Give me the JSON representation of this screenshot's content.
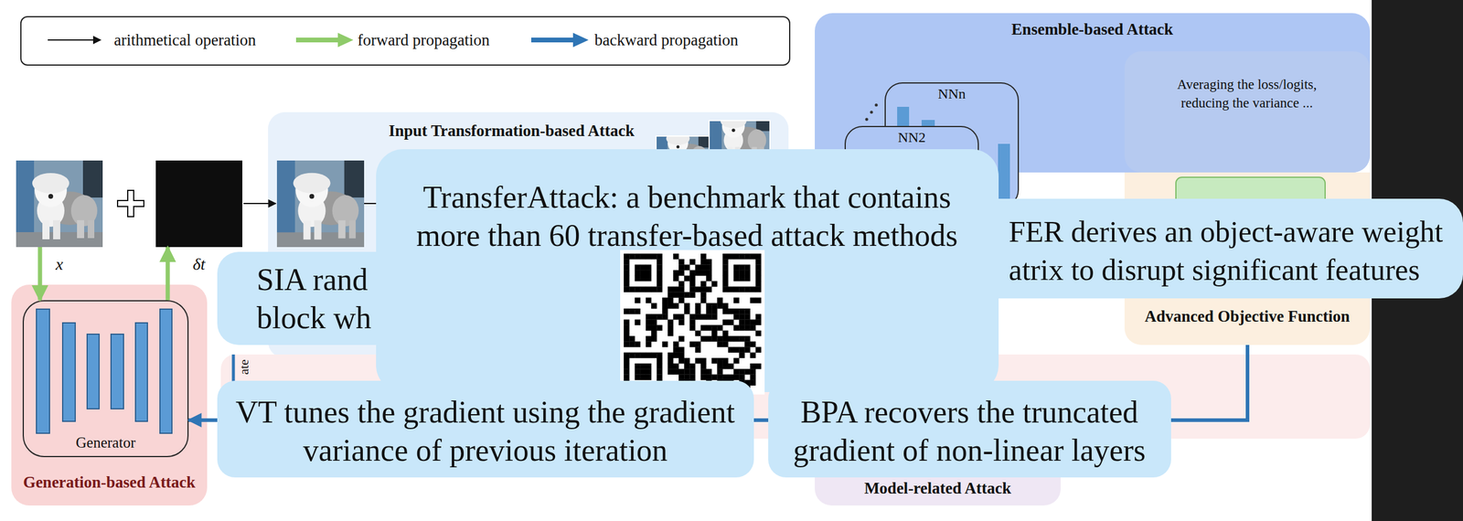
{
  "diagram": {
    "nodes": [
      {
        "text": [
          "Ensemble-based Attack"
        ]
      },
      {
        "text": [
          "NNn"
        ],
        "in": 0
      },
      {
        "text": [
          "NN2"
        ],
        "in": 0
      },
      {
        "text": [
          "Averaging the loss/logits, reducing the variance ..."
        ],
        "in": 0
      },
      {
        "text": [
          "Input Transformation-based Attack"
        ]
      },
      {
        "text": [
          "x"
        ]
      },
      {
        "text": [
          "δt"
        ]
      },
      {
        "text": [
          "Advanced Objective Function"
        ]
      },
      {
        "text": [
          "Generation-based Attack"
        ]
      },
      {
        "text": [
          "Generator"
        ],
        "in": 8
      },
      {
        "text": [
          "ate"
        ]
      },
      {
        "text": [
          "Model-related Attack"
        ]
      },
      {
        "text": [
          "TransferAttack: a benchmark that contains more than 60 transfer-based attack methods"
        ]
      },
      {
        "text": [
          "SIA rand block wh"
        ]
      },
      {
        "text": [
          "FER derives an object-aware weight atrix to disrupt significant features"
        ]
      },
      {
        "text": [
          "VT tunes the gradient using the gradient variance of previous iteration"
        ]
      },
      {
        "text": [
          "BPA recovers the truncated gradient of non-linear layers"
        ]
      }
    ],
    "edges": [
      {
        "from": 5,
        "to": 9,
        "arrow": "to"
      },
      {
        "from": 9,
        "to": 6,
        "arrow": "to"
      },
      {
        "from": 15,
        "to": 9,
        "arrow": "to"
      },
      {
        "from": 7,
        "to": 16,
        "arrow": "none"
      }
    ],
    "legend": [
      {
        "text": "arithmetical operation"
      },
      {
        "text": "forward propagation"
      },
      {
        "text": "backward propagation"
      }
    ]
  }
}
